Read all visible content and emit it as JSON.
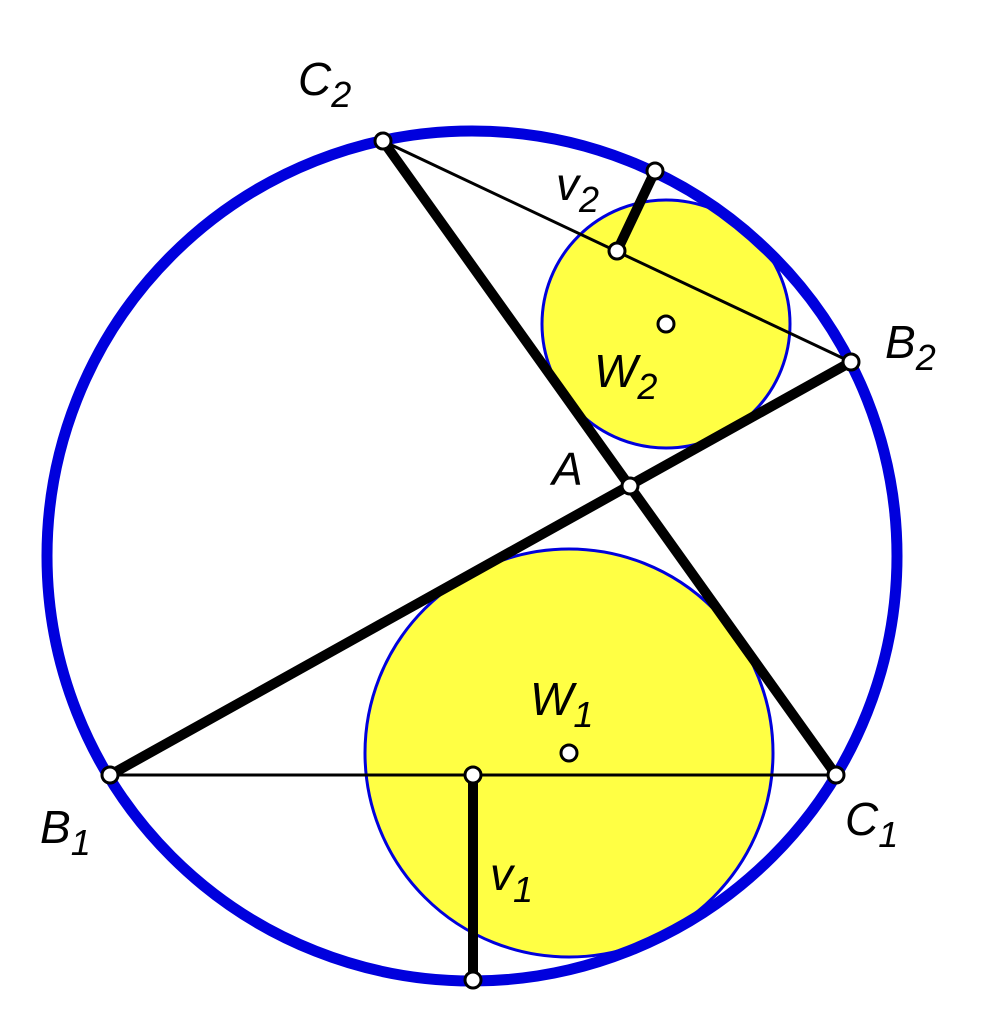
{
  "colors": {
    "circumcircle": "#0000dd",
    "incircle_fill": "#ffff44",
    "incircle_stroke": "#0000dd",
    "segments": "#000000",
    "points_fill": "#ffffff"
  },
  "labels": {
    "A": {
      "main": "A",
      "sub": ""
    },
    "B1": {
      "main": "B",
      "sub": "1"
    },
    "B2": {
      "main": "B",
      "sub": "2"
    },
    "C1": {
      "main": "C",
      "sub": "1"
    },
    "C2": {
      "main": "C",
      "sub": "2"
    },
    "W1": {
      "main": "W",
      "sub": "1"
    },
    "W2": {
      "main": "W",
      "sub": "2"
    },
    "v1": {
      "main": "v",
      "sub": "1"
    },
    "v2": {
      "main": "v",
      "sub": "2"
    }
  }
}
